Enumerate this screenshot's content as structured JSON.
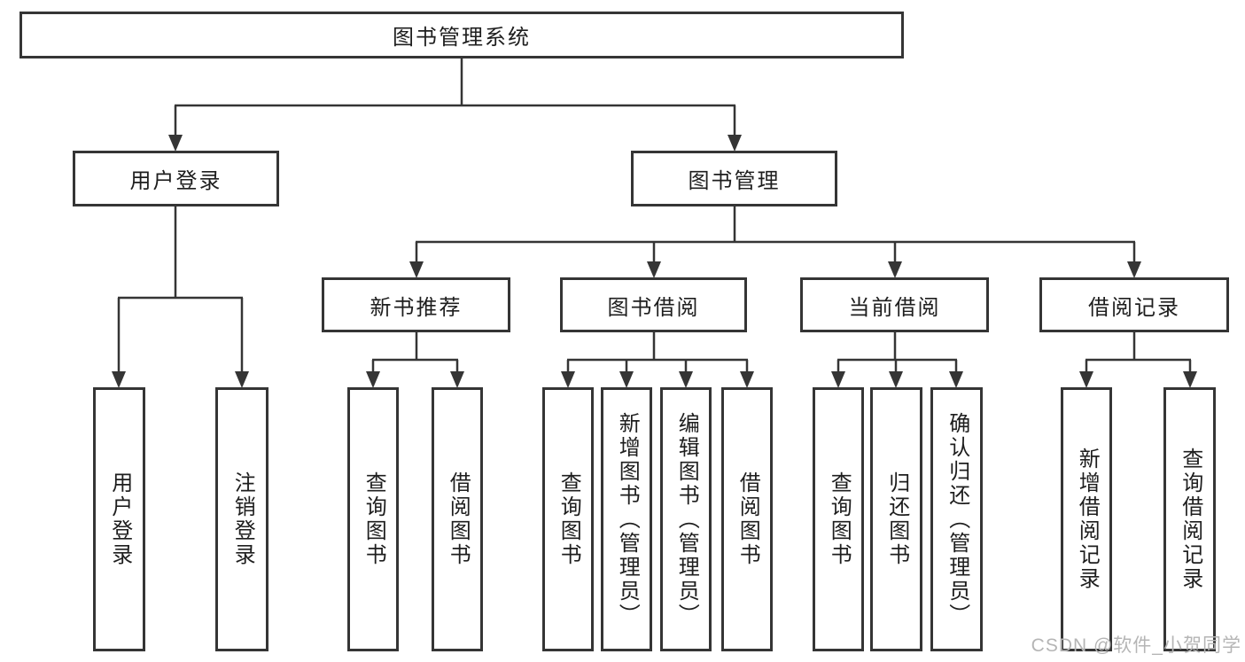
{
  "diagram": {
    "root": {
      "label": "图书管理系统"
    },
    "branches": [
      {
        "label": "用户登录",
        "children": [
          {
            "label": "用户登录"
          },
          {
            "label": "注销登录"
          }
        ]
      },
      {
        "label": "图书管理",
        "children": [
          {
            "label": "新书推荐",
            "children": [
              {
                "label": "查询图书"
              },
              {
                "label": "借阅图书"
              }
            ]
          },
          {
            "label": "图书借阅",
            "children": [
              {
                "label": "查询图书"
              },
              {
                "label": "新增图书（管理员）"
              },
              {
                "label": "编辑图书（管理员）"
              },
              {
                "label": "借阅图书"
              }
            ]
          },
          {
            "label": "当前借阅",
            "children": [
              {
                "label": "查询图书"
              },
              {
                "label": "归还图书"
              },
              {
                "label": "确认归还（管理员）"
              }
            ]
          },
          {
            "label": "借阅记录",
            "children": [
              {
                "label": "新增借阅记录"
              },
              {
                "label": "查询借阅记录"
              }
            ]
          }
        ]
      }
    ]
  },
  "watermark": {
    "text": "CSDN @软件_小贺同学"
  },
  "colors": {
    "background": "#ffffff",
    "line": "#353535",
    "box_border": "#353535",
    "text": "#1e1e1e",
    "watermark": "#b5b5b5"
  }
}
